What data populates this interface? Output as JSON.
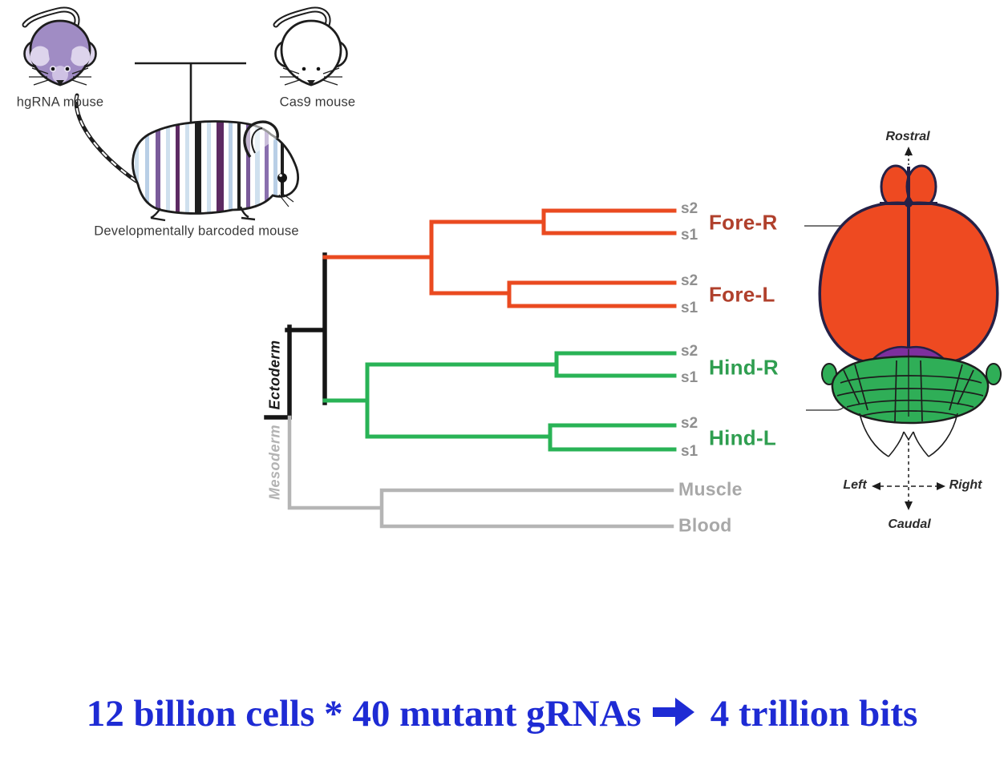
{
  "mice_panel": {
    "hgrna_mouse_label": "hgRNA mouse",
    "cas9_mouse_label": "Cas9 mouse",
    "barcoded_mouse_label": "Developmentally barcoded mouse",
    "hgrna_mouse_color": "#a08cc4",
    "cas9_mouse_color": "#ffffff"
  },
  "dendrogram": {
    "germ_layers": [
      {
        "label": "Ectoderm",
        "color": "#1a1a1a"
      },
      {
        "label": "Mesoderm",
        "color": "#b3b3b3"
      }
    ],
    "leaf_label_color": "#8f8f8f",
    "groups": [
      {
        "label": "Fore-R",
        "label_color": "#b0402c",
        "branch_color": "#ea4a20",
        "leaves": [
          "s2",
          "s1"
        ]
      },
      {
        "label": "Fore-L",
        "label_color": "#b0402c",
        "branch_color": "#ea4a20",
        "leaves": [
          "s2",
          "s1"
        ]
      },
      {
        "label": "Hind-R",
        "label_color": "#2f9e50",
        "branch_color": "#29b356",
        "leaves": [
          "s2",
          "s1"
        ]
      },
      {
        "label": "Hind-L",
        "label_color": "#2f9e50",
        "branch_color": "#29b356",
        "leaves": [
          "s2",
          "s1"
        ]
      },
      {
        "label": "Muscle",
        "label_color": "#a8a8a8",
        "branch_color": "#b5b5b5",
        "leaves": []
      },
      {
        "label": "Blood",
        "label_color": "#a8a8a8",
        "branch_color": "#b5b5b5",
        "leaves": []
      }
    ]
  },
  "brain_panel": {
    "rostral_label": "Rostral",
    "caudal_label": "Caudal",
    "left_label": "Left",
    "right_label": "Right",
    "colors": {
      "cerebrum": "#ee4a21",
      "midbrain": "#7d2f9e",
      "cerebellum": "#2fae57",
      "outline": "#252147"
    }
  },
  "caption": {
    "text_before_arrow": "12 billion cells * 40 mutant gRNAs",
    "arrow_icon": "thick-right-arrow",
    "text_after_arrow": "4 trillion bits",
    "color": "#1e2bd4"
  }
}
